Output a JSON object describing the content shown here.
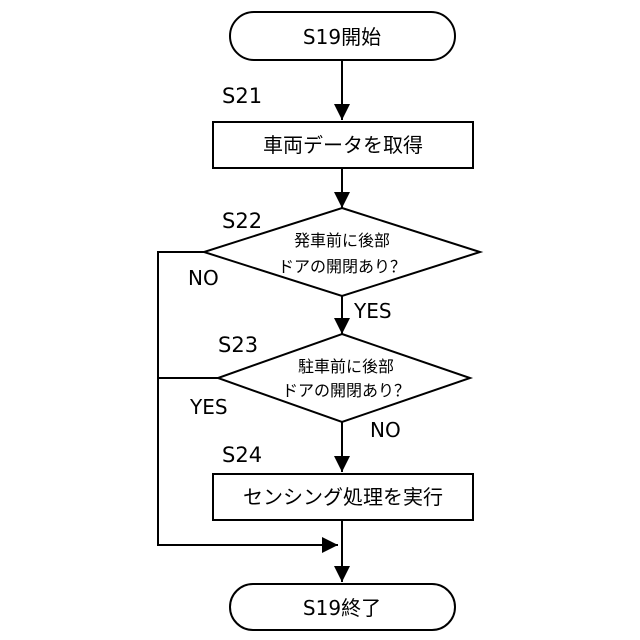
{
  "flowchart": {
    "start_label": "S19開始",
    "end_label": "S19終了",
    "steps": {
      "s21": {
        "id": "S21",
        "text": "車両データを取得"
      },
      "s22": {
        "id": "S22",
        "line1": "発車前に後部",
        "line2": "ドアの開閉あり？",
        "yes": "YES",
        "no": "NO"
      },
      "s23": {
        "id": "S23",
        "line1": "駐車前に後部",
        "line2": "ドアの開閉あり？",
        "yes": "YES",
        "no": "NO"
      },
      "s24": {
        "id": "S24",
        "text": "センシング処理を実行"
      }
    }
  }
}
